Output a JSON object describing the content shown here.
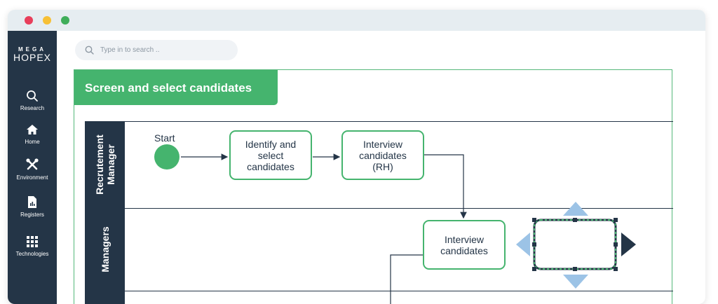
{
  "window": {
    "controls": [
      {
        "name": "close",
        "color": "#e83f5b"
      },
      {
        "name": "minimize",
        "color": "#f7c035"
      },
      {
        "name": "maximize",
        "color": "#3fae5a"
      }
    ]
  },
  "sidebar": {
    "logo_top": "MEGA",
    "logo_bottom": "HOPEX",
    "items": [
      {
        "label": "Research",
        "icon": "search-icon"
      },
      {
        "label": "Home",
        "icon": "home-icon"
      },
      {
        "label": "Environment",
        "icon": "tools-icon"
      },
      {
        "label": "Registers",
        "icon": "document-chart-icon"
      },
      {
        "label": "Technologies",
        "icon": "grid-icon"
      }
    ]
  },
  "search": {
    "placeholder": "Type in to search .."
  },
  "diagram": {
    "title": "Screen and select candidates",
    "lanes": [
      {
        "label_line1": "Recrutement",
        "label_line2": "Manager"
      },
      {
        "label_line1": "Managers",
        "label_line2": ""
      }
    ],
    "start_label": "Start",
    "tasks": [
      {
        "line1": "Identify and",
        "line2": "select",
        "line3": "candidates"
      },
      {
        "line1": "Interview",
        "line2": "candidates",
        "line3": "(RH)"
      },
      {
        "line1": "Interview",
        "line2": "candidates",
        "line3": ""
      }
    ],
    "colors": {
      "green": "#45b46e",
      "navy": "#243547",
      "handle_blue": "#9cc3e6"
    }
  }
}
